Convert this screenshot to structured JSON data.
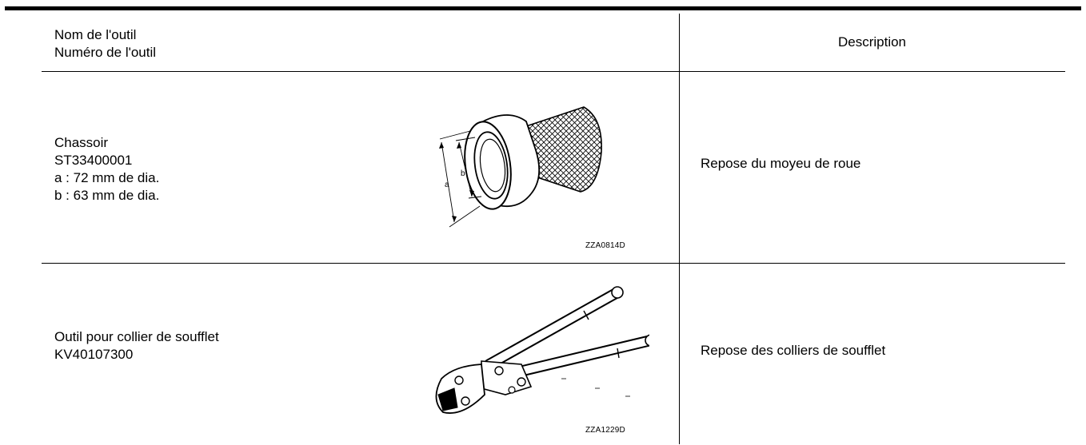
{
  "header": {
    "col1_line1": "Nom de l'outil",
    "col1_line2": "Numéro de l'outil",
    "col2": "Description"
  },
  "rows": [
    {
      "tool_lines": [
        "Chassoir",
        "ST33400001",
        "a : 72 mm de dia.",
        "b : 63 mm de dia."
      ],
      "illustration_code": "ZZA0814D",
      "illustration_labels": [
        "a",
        "b"
      ],
      "description": "Repose du moyeu de roue"
    },
    {
      "tool_lines": [
        "Outil pour collier de soufflet",
        "KV40107300"
      ],
      "illustration_code": "ZZA1229D",
      "description": "Repose des colliers de soufflet"
    }
  ]
}
